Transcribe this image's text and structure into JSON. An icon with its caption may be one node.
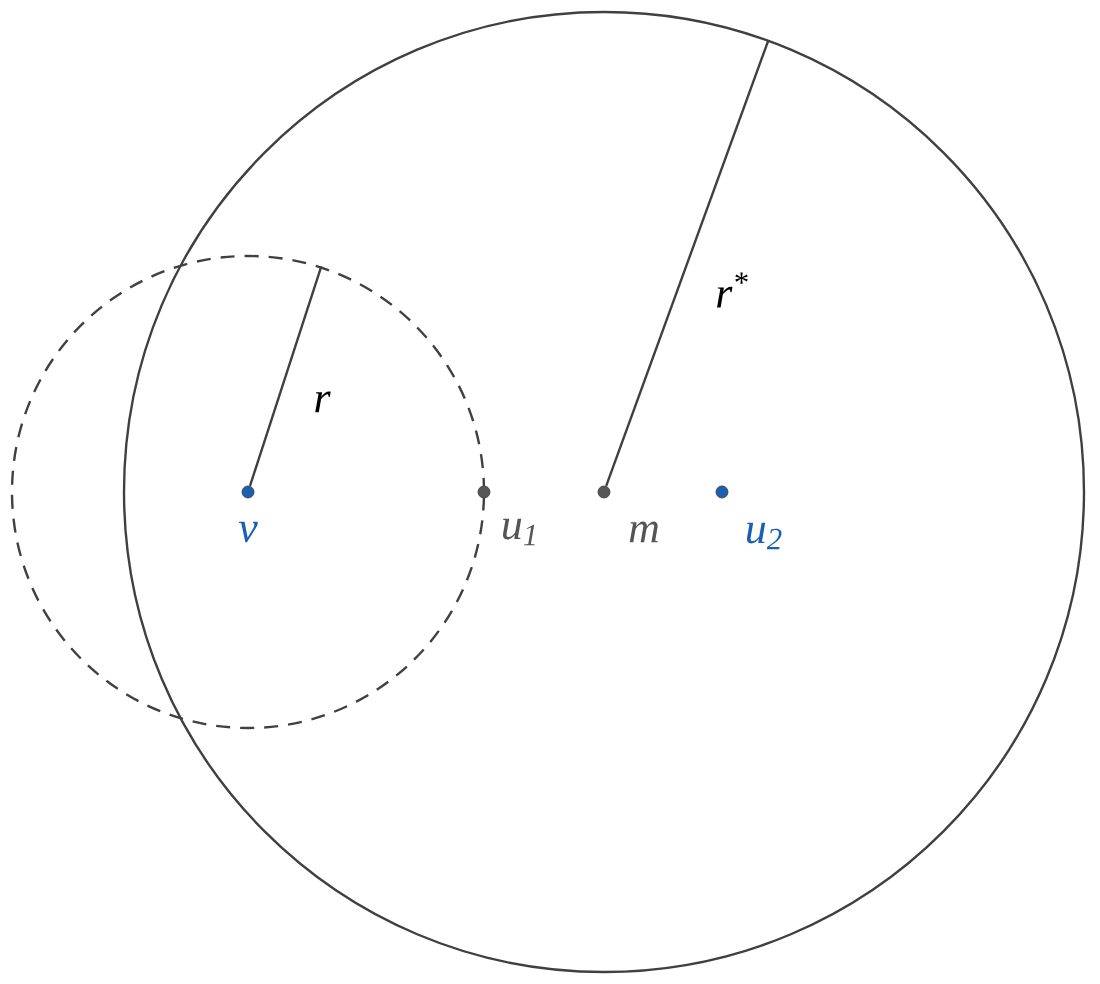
{
  "diagram": {
    "nodes": [
      {
        "text": [],
        "shape": "circle"
      },
      {
        "text": [],
        "shape": "circle"
      },
      {
        "text": [
          "v"
        ]
      },
      {
        "text": [
          "u$_{1}$"
        ],
        "in": 1
      },
      {
        "text": [
          "m"
        ],
        "in": 1
      },
      {
        "text": [
          "u$_{2}$"
        ],
        "in": 1
      }
    ],
    "edges": [
      {
        "from": 2,
        "to": 0,
        "arrow": "none",
        "label": "r"
      },
      {
        "from": 4,
        "to": 1,
        "arrow": "none",
        "label": "r$^{*}$"
      }
    ]
  }
}
